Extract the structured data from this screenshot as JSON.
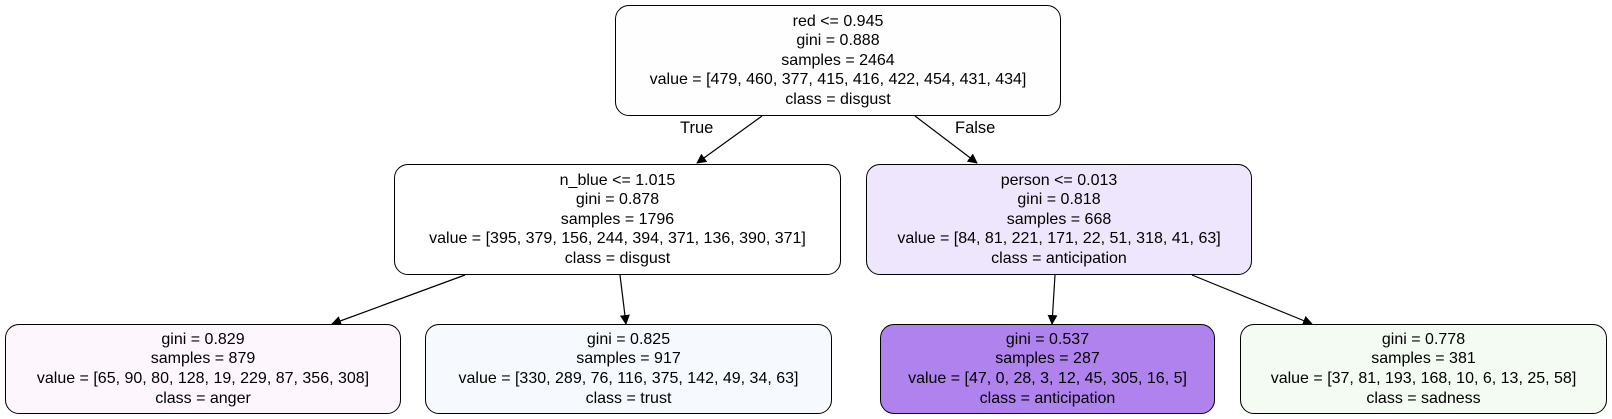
{
  "tree": {
    "root": {
      "lines": [
        "red <= 0.945",
        "gini = 0.888",
        "samples = 2464",
        "value = [479, 460, 377, 415, 416, 422, 454, 431, 434]",
        "class = disgust"
      ],
      "fill": "#fefefe"
    },
    "left": {
      "lines": [
        "n_blue <= 1.015",
        "gini = 0.878",
        "samples = 1796",
        "value = [395, 379, 156, 244, 394, 371, 136, 390, 371]",
        "class = disgust"
      ],
      "fill": "#ffffff"
    },
    "right": {
      "lines": [
        "person <= 0.013",
        "gini = 0.818",
        "samples = 668",
        "value = [84, 81, 221, 171, 22, 51, 318, 41, 63]",
        "class = anticipation"
      ],
      "fill": "#eee6fc"
    },
    "ll": {
      "lines": [
        "gini = 0.829",
        "samples = 879",
        "value = [65, 90, 80, 128, 19, 229, 87, 356, 308]",
        "class = anger"
      ],
      "fill": "#fdf6fd"
    },
    "lr": {
      "lines": [
        "gini = 0.825",
        "samples = 917",
        "value = [330, 289, 76, 116, 375, 142, 49, 34, 63]",
        "class = trust"
      ],
      "fill": "#f6fafe"
    },
    "rl": {
      "lines": [
        "gini = 0.537",
        "samples = 287",
        "value = [47, 0, 28, 3, 12, 45, 305, 16, 5]",
        "class = anticipation"
      ],
      "fill": "#b082ee"
    },
    "rr": {
      "lines": [
        "gini = 0.778",
        "samples = 381",
        "value = [37, 81, 193, 168, 10, 6, 13, 25, 58]",
        "class = sadness"
      ],
      "fill": "#f3fbf2"
    }
  },
  "edge_labels": {
    "true_label": "True",
    "false_label": "False"
  }
}
